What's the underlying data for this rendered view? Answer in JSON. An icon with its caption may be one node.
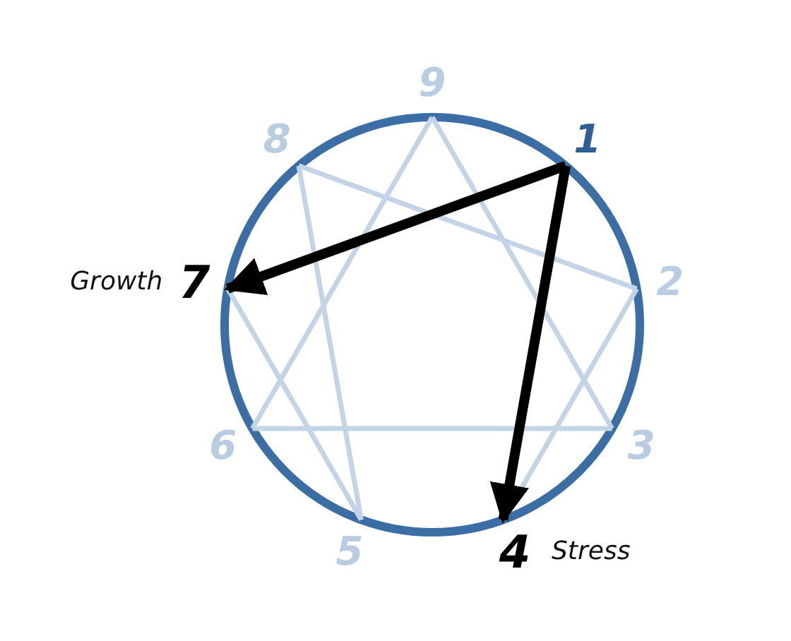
{
  "diagram": {
    "nodes": [
      {
        "text": [
          "9"
        ]
      },
      {
        "text": [
          "1"
        ]
      },
      {
        "text": [
          "8"
        ]
      },
      {
        "text": [
          "2"
        ]
      },
      {
        "text": [
          "7"
        ],
        "beside": [
          "Growth"
        ]
      },
      {
        "text": [
          "3"
        ]
      },
      {
        "text": [
          "6"
        ]
      },
      {
        "text": [
          "5"
        ]
      },
      {
        "text": [
          "4"
        ],
        "beside": [
          "Stress"
        ]
      }
    ],
    "edges": [
      {
        "from": 0,
        "to": 5,
        "arrow": "none"
      },
      {
        "from": 5,
        "to": 6,
        "arrow": "none"
      },
      {
        "from": 6,
        "to": 0,
        "arrow": "none"
      },
      {
        "from": 1,
        "to": 8,
        "arrow": "none"
      },
      {
        "from": 8,
        "to": 3,
        "arrow": "none"
      },
      {
        "from": 3,
        "to": 2,
        "arrow": "none"
      },
      {
        "from": 2,
        "to": 7,
        "arrow": "none"
      },
      {
        "from": 7,
        "to": 4,
        "arrow": "none"
      },
      {
        "from": 4,
        "to": 1,
        "arrow": "none"
      },
      {
        "from": 1,
        "to": 4,
        "arrow": "to",
        "style": "thick",
        "color": "#000000"
      },
      {
        "from": 1,
        "to": 8,
        "arrow": "to",
        "style": "thick",
        "color": "#000000"
      }
    ]
  }
}
